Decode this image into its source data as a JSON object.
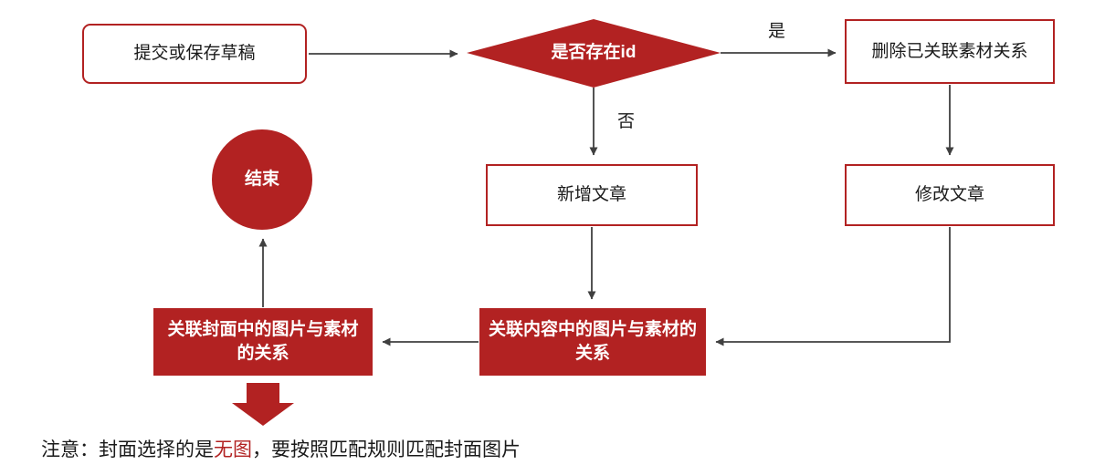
{
  "diagram": {
    "nodes": {
      "start": {
        "label": "提交或保存草稿"
      },
      "decision": {
        "label": "是否存在id"
      },
      "delete_relation": {
        "label": "删除已关联素材关系"
      },
      "new_article": {
        "label": "新增文章"
      },
      "modify_article": {
        "label": "修改文章"
      },
      "assoc_content": {
        "label": "关联内容中的图片与素材的关系"
      },
      "assoc_cover": {
        "label": "关联封面中的图片与素材的关系"
      },
      "end": {
        "label": "结束"
      }
    },
    "edge_labels": {
      "yes": "是",
      "no": "否"
    },
    "note": {
      "prefix": "注意：封面选择的是",
      "highlight": "无图",
      "suffix": "，要按照匹配规则匹配封面图片"
    }
  },
  "colors": {
    "accent": "#b22222",
    "line": "#404040",
    "text": "#1a1a1a"
  }
}
